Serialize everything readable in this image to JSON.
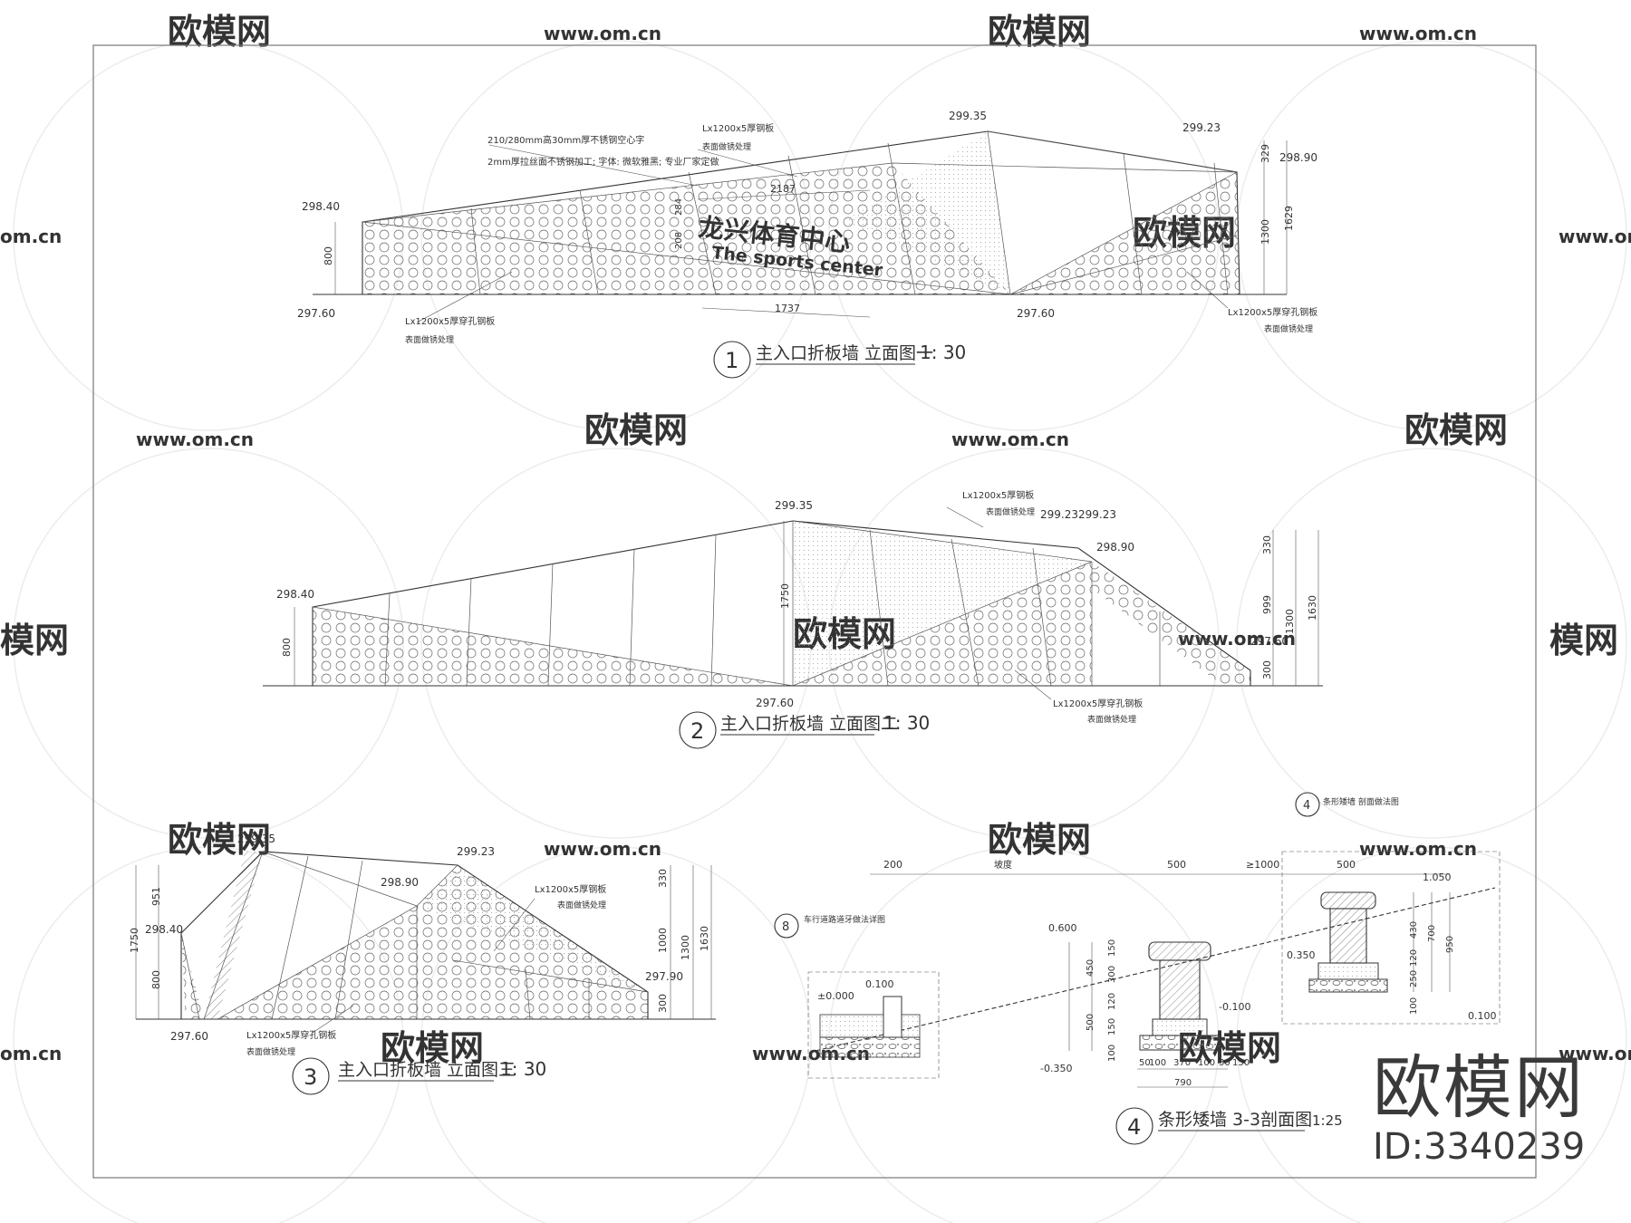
{
  "watermark": {
    "brand": "欧模网",
    "url": "www.om.cn",
    "url_partial": "om.cn",
    "brand_partial": "模网",
    "id": "ID:3340239"
  },
  "sign": {
    "cn": "龙兴体育中心",
    "en": "The sports center"
  },
  "notes": {
    "letter_spec": "210/280mm高30mm厚不锈钢空心字",
    "letter_spec2": "2mm厚拉丝面不锈钢加工; 字体: 微软雅黑; 专业厂家定做",
    "plate": "Lx1200x5厚钢板",
    "perf_plate": "Lx1200x5厚穿孔钢板",
    "finish": "表面做锈处理"
  },
  "titles": {
    "e1": "主入口折板墙   立面图一",
    "e2": "主入口折板墙   立面图二",
    "e3": "主入口折板墙   立面图三",
    "s4": "条形矮墙  3-3剖面图",
    "scale30": "1: 30",
    "scale25": "1:25",
    "n1": "1",
    "n2": "2",
    "n3": "3",
    "n4": "4",
    "n8": "8"
  },
  "elev1": {
    "levels": [
      "299.35",
      "299.23",
      "298.90",
      "298.40",
      "297.60",
      "297.60"
    ],
    "dims": [
      "329",
      "1629",
      "1300",
      "800",
      "2187",
      "1737",
      "284",
      "208"
    ]
  },
  "elev2": {
    "levels": [
      "299.35",
      "299.23",
      "299.23",
      "298.90",
      "298.40",
      "297.60",
      "297.60"
    ],
    "dims": [
      "330",
      "999",
      "1300",
      "1630",
      "300",
      "800",
      "1750"
    ]
  },
  "elev3": {
    "levels": [
      "299.35",
      "299.23",
      "298.90",
      "298.40",
      "297.90",
      "297.60"
    ],
    "dims": [
      "951",
      "1750",
      "800",
      "330",
      "1000",
      "1300",
      "1630",
      "300"
    ]
  },
  "section4": {
    "ref4": "条形矮墙  剖面做法图",
    "ref8": "车行道路道牙做法详图",
    "levels": [
      "±0.000",
      "0.100",
      "0.600",
      "-0.100",
      "-0.350",
      "1.050",
      "0.350",
      "0.100"
    ],
    "dims": [
      "200",
      "500",
      "≥1000",
      "500",
      "450",
      "150",
      "300",
      "500",
      "120",
      "150",
      "100",
      "50",
      "100",
      "370",
      "100",
      "50",
      "790",
      "150",
      "430",
      "700",
      "950",
      "250",
      "120",
      "100"
    ],
    "mark": "坡度"
  }
}
